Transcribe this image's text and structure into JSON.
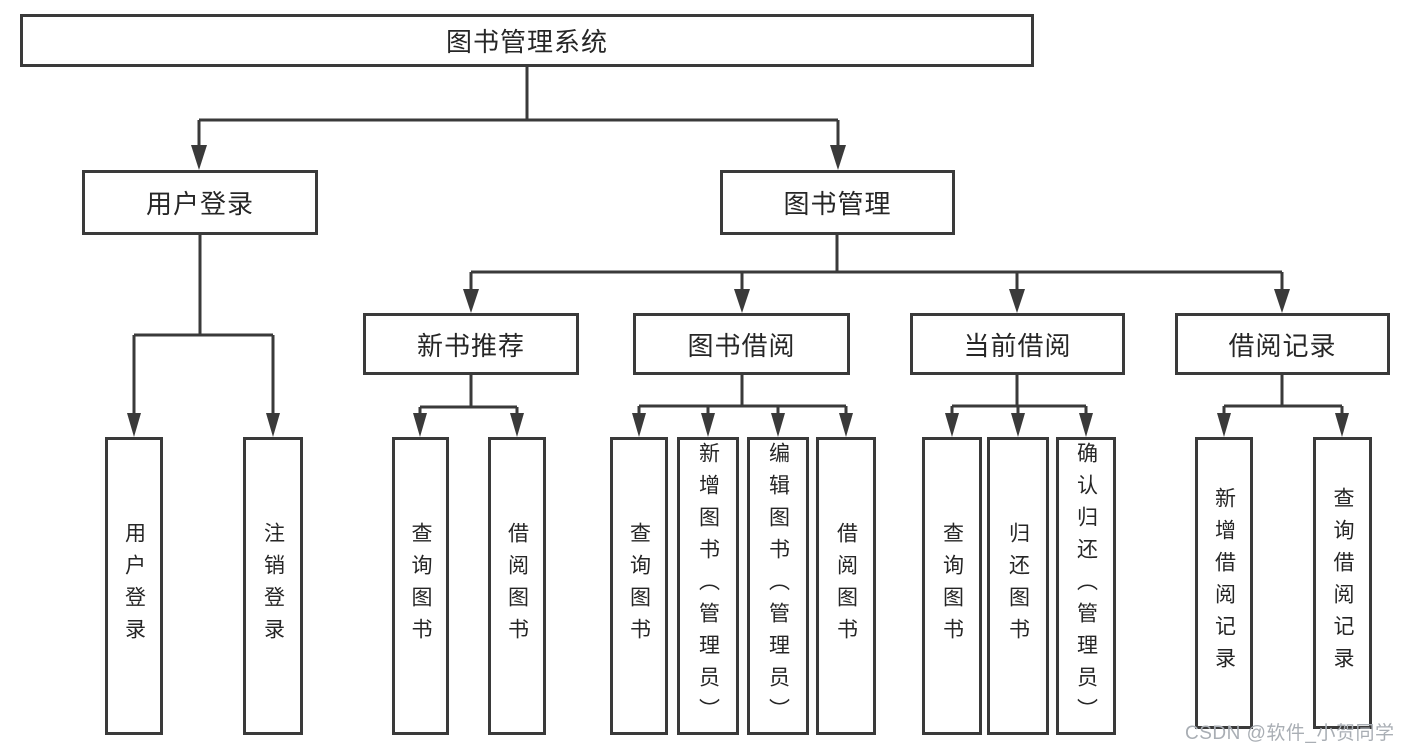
{
  "nodes": {
    "root": "图书管理系统",
    "user_login": "用户登录",
    "book_mgmt": "图书管理",
    "new_book_recommend": "新书推荐",
    "book_borrow": "图书借阅",
    "current_borrow": "当前借阅",
    "borrow_records": "借阅记录",
    "login_leaf": "用户登录",
    "logout_leaf": "注销登录",
    "nb_query": "查询图书",
    "nb_borrow": "借阅图书",
    "bb_query": "查询图书",
    "bb_add": "新增图书（管理员）",
    "bb_edit": "编辑图书（管理员）",
    "bb_borrow": "借阅图书",
    "cb_query": "查询图书",
    "cb_return": "归还图书",
    "cb_confirm": "确认归还（管理员）",
    "br_add": "新增借阅记录",
    "br_query": "查询借阅记录"
  },
  "watermark": "CSDN @软件_小贺同学",
  "colors": {
    "line": "#3a3a3a",
    "text": "#262626",
    "watermark": "#a9aeb4",
    "background": "#ffffff"
  }
}
